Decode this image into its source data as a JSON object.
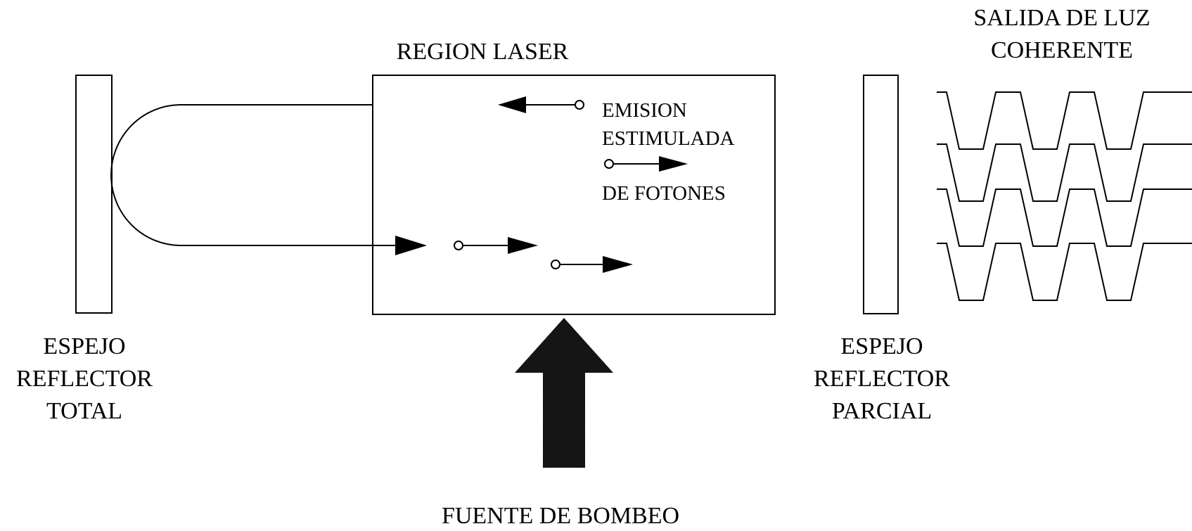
{
  "region_title": "REGION LASER",
  "output_title": [
    "SALIDA DE LUZ",
    "COHERENTE"
  ],
  "emission_label": [
    "EMISION",
    "ESTIMULADA",
    "DE FOTONES"
  ],
  "left_mirror_label": [
    "ESPEJO",
    "REFLECTOR",
    "TOTAL"
  ],
  "right_mirror_label": [
    "ESPEJO",
    "REFLECTOR",
    "PARCIAL"
  ],
  "pump_label": "FUENTE DE BOMBEO",
  "icons": [
    "photon-arrow-icon",
    "pump-arrow-icon",
    "coherent-wave-icon"
  ],
  "colors": {
    "ink": "#000000",
    "background": "#ffffff"
  }
}
